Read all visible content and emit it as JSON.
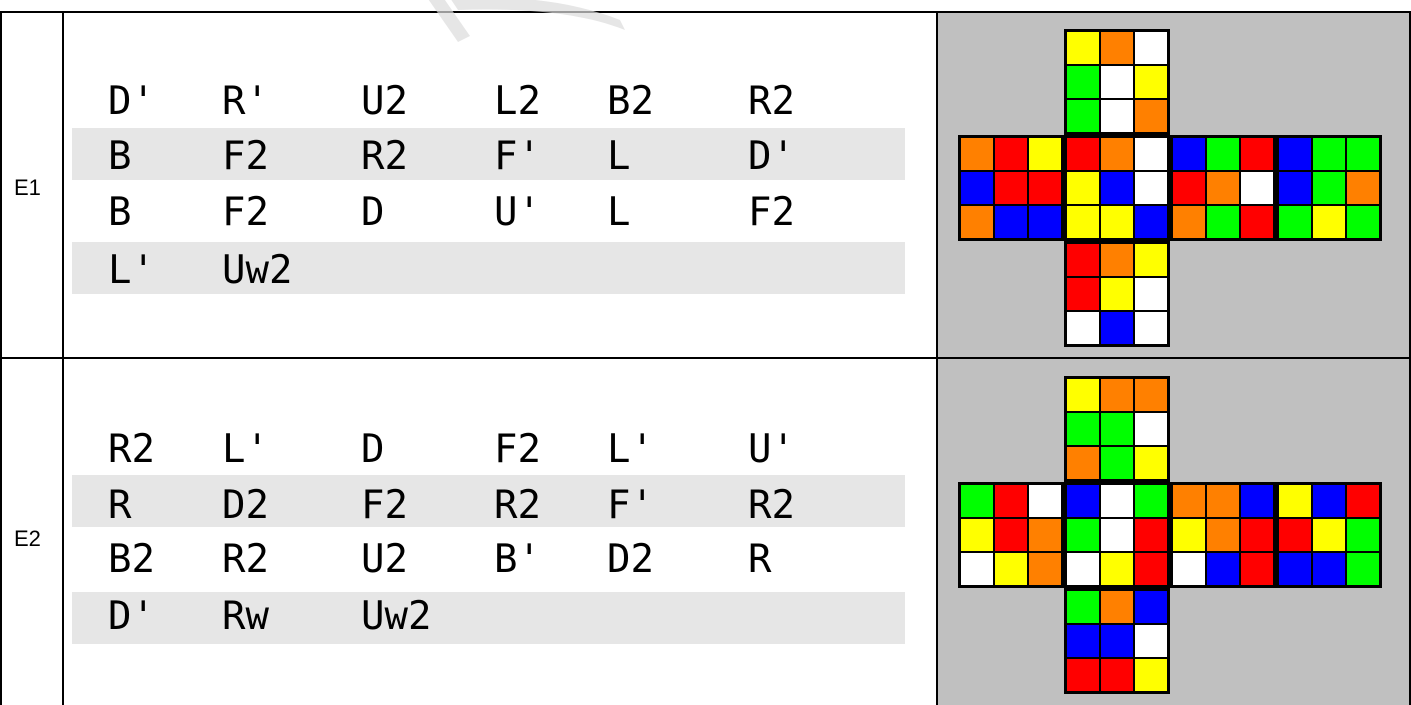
{
  "scrambles": [
    {
      "label": "E1",
      "rows": [
        [
          "D'",
          "R'",
          "U2",
          "L2",
          "B2",
          "R2"
        ],
        [
          "B",
          "F2",
          "R2",
          "F'",
          "L",
          "D'"
        ],
        [
          "B",
          "F2",
          "D",
          "U'",
          "L",
          "F2"
        ],
        [
          "L'",
          "Uw2"
        ]
      ],
      "faces": {
        "U": [
          "yellow",
          "orange",
          "white",
          "green",
          "white",
          "yellow",
          "green",
          "white",
          "orange"
        ],
        "L": [
          "orange",
          "red",
          "yellow",
          "blue",
          "red",
          "red",
          "orange",
          "blue",
          "blue"
        ],
        "F": [
          "red",
          "orange",
          "white",
          "yellow",
          "blue",
          "white",
          "yellow",
          "yellow",
          "blue"
        ],
        "R": [
          "blue",
          "green",
          "red",
          "red",
          "orange",
          "white",
          "orange",
          "green",
          "red"
        ],
        "B": [
          "blue",
          "green",
          "green",
          "blue",
          "green",
          "orange",
          "green",
          "yellow",
          "green"
        ],
        "D": [
          "red",
          "orange",
          "yellow",
          "red",
          "yellow",
          "white",
          "white",
          "blue",
          "white"
        ]
      }
    },
    {
      "label": "E2",
      "rows": [
        [
          "R2",
          "L'",
          "D",
          "F2",
          "L'",
          "U'"
        ],
        [
          "R",
          "D2",
          "F2",
          "R2",
          "F'",
          "R2"
        ],
        [
          "B2",
          "R2",
          "U2",
          "B'",
          "D2",
          "R"
        ],
        [
          "D'",
          "Rw",
          "Uw2"
        ]
      ],
      "faces": {
        "U": [
          "yellow",
          "orange",
          "orange",
          "green",
          "green",
          "white",
          "orange",
          "green",
          "yellow"
        ],
        "L": [
          "green",
          "red",
          "white",
          "yellow",
          "red",
          "orange",
          "white",
          "yellow",
          "orange"
        ],
        "F": [
          "blue",
          "white",
          "green",
          "green",
          "white",
          "red",
          "white",
          "yellow",
          "red"
        ],
        "R": [
          "orange",
          "orange",
          "blue",
          "yellow",
          "orange",
          "red",
          "white",
          "blue",
          "red"
        ],
        "B": [
          "yellow",
          "blue",
          "red",
          "red",
          "yellow",
          "green",
          "blue",
          "blue",
          "green"
        ],
        "D": [
          "green",
          "orange",
          "blue",
          "blue",
          "blue",
          "white",
          "red",
          "red",
          "yellow"
        ]
      }
    }
  ],
  "colors": {
    "white": "#ffffff",
    "yellow": "#ffff00",
    "red": "#ff0000",
    "orange": "#ff8000",
    "blue": "#0000ff",
    "green": "#00ff00",
    "preview_bg": "#c0c0c0",
    "band": "#e6e6e6"
  }
}
